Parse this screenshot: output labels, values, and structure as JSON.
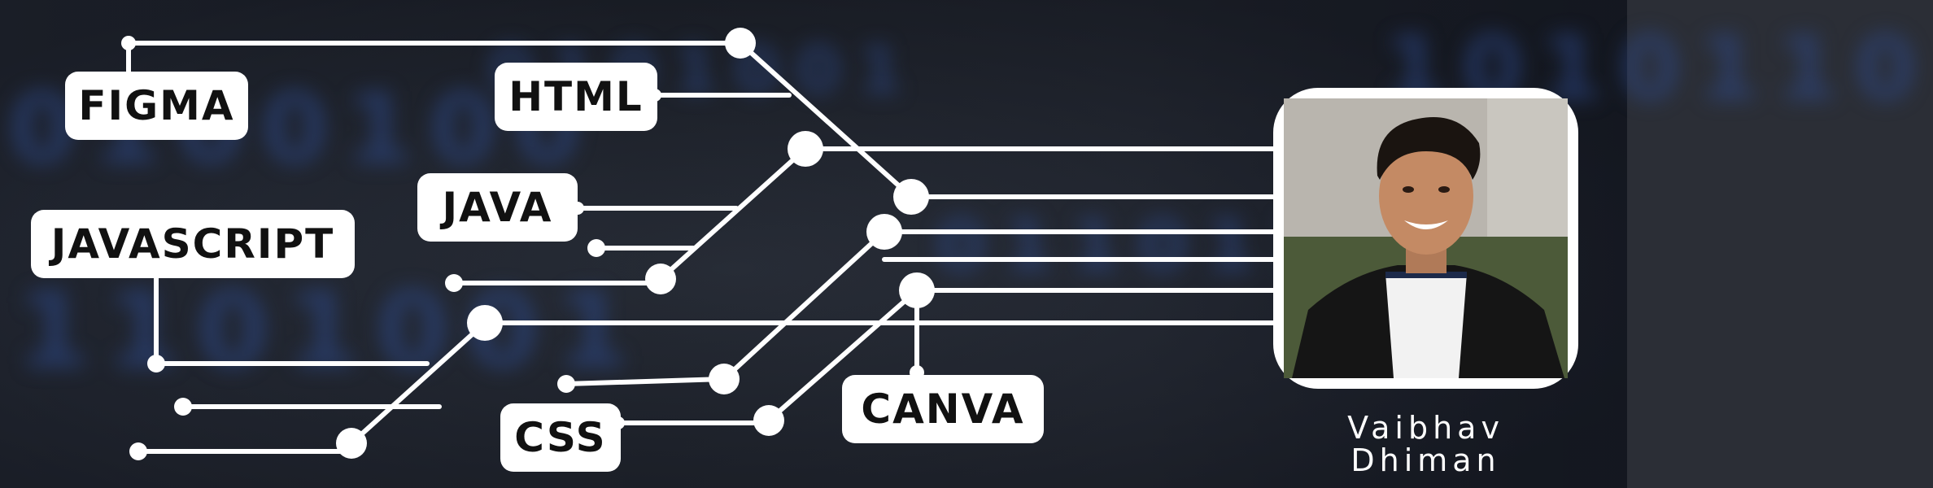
{
  "skills": {
    "figma": "FIGMA",
    "html": "HTML",
    "java": "JAVA",
    "javascript": "JAVASCRIPT",
    "css": "CSS",
    "canva": "CANVA"
  },
  "profile": {
    "first_name": "Vaibhav",
    "last_name": "Dhiman"
  },
  "background_digits": [
    "0100100",
    "1101001",
    "0101001",
    "0110110",
    "1010110"
  ],
  "colors": {
    "background": "#2b2e36",
    "binary_digits": "#2f4c8e",
    "lines": "#ffffff",
    "pill": "#ffffff",
    "pill_text": "#111111"
  }
}
